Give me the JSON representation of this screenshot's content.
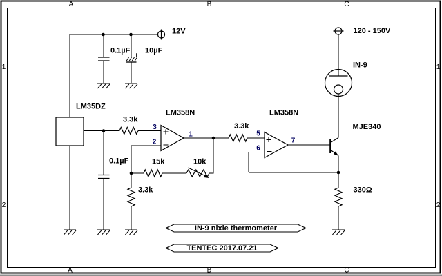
{
  "canvas": {
    "bg": "#ffffff",
    "ink": "#000000",
    "pin_number_color": "#00005f",
    "bottom_edge_color": "#8f8f8f"
  },
  "frame": {
    "cols": [
      "A",
      "B",
      "C"
    ],
    "rows": [
      "1",
      "2"
    ]
  },
  "power": {
    "v12_label": "12V",
    "hv_label": "120 - 150V"
  },
  "parts": {
    "c1": {
      "value": "0.1µF"
    },
    "c2": {
      "value": "10µF",
      "polarity": "+"
    },
    "c3": {
      "value": "0.1µF"
    },
    "r1": {
      "value": "3.3k"
    },
    "r2": {
      "value": "15k"
    },
    "r3": {
      "value": "10k"
    },
    "r4": {
      "value": "3.3k"
    },
    "r5": {
      "value": "3.3k"
    },
    "r6": {
      "value": "330Ω"
    },
    "u1": {
      "value": "LM35DZ"
    },
    "u2a": {
      "value": "LM358N",
      "pins": {
        "in_p": "3",
        "in_n": "2",
        "out": "1"
      }
    },
    "u2b": {
      "value": "LM358N",
      "pins": {
        "in_p": "5",
        "in_n": "6",
        "out": "7"
      }
    },
    "q1": {
      "value": "MJE340"
    },
    "v1": {
      "value": "IN-9"
    }
  },
  "banners": {
    "title": "IN-9 nixie thermometer",
    "subtitle": "TENTEC 2017.07.21"
  }
}
